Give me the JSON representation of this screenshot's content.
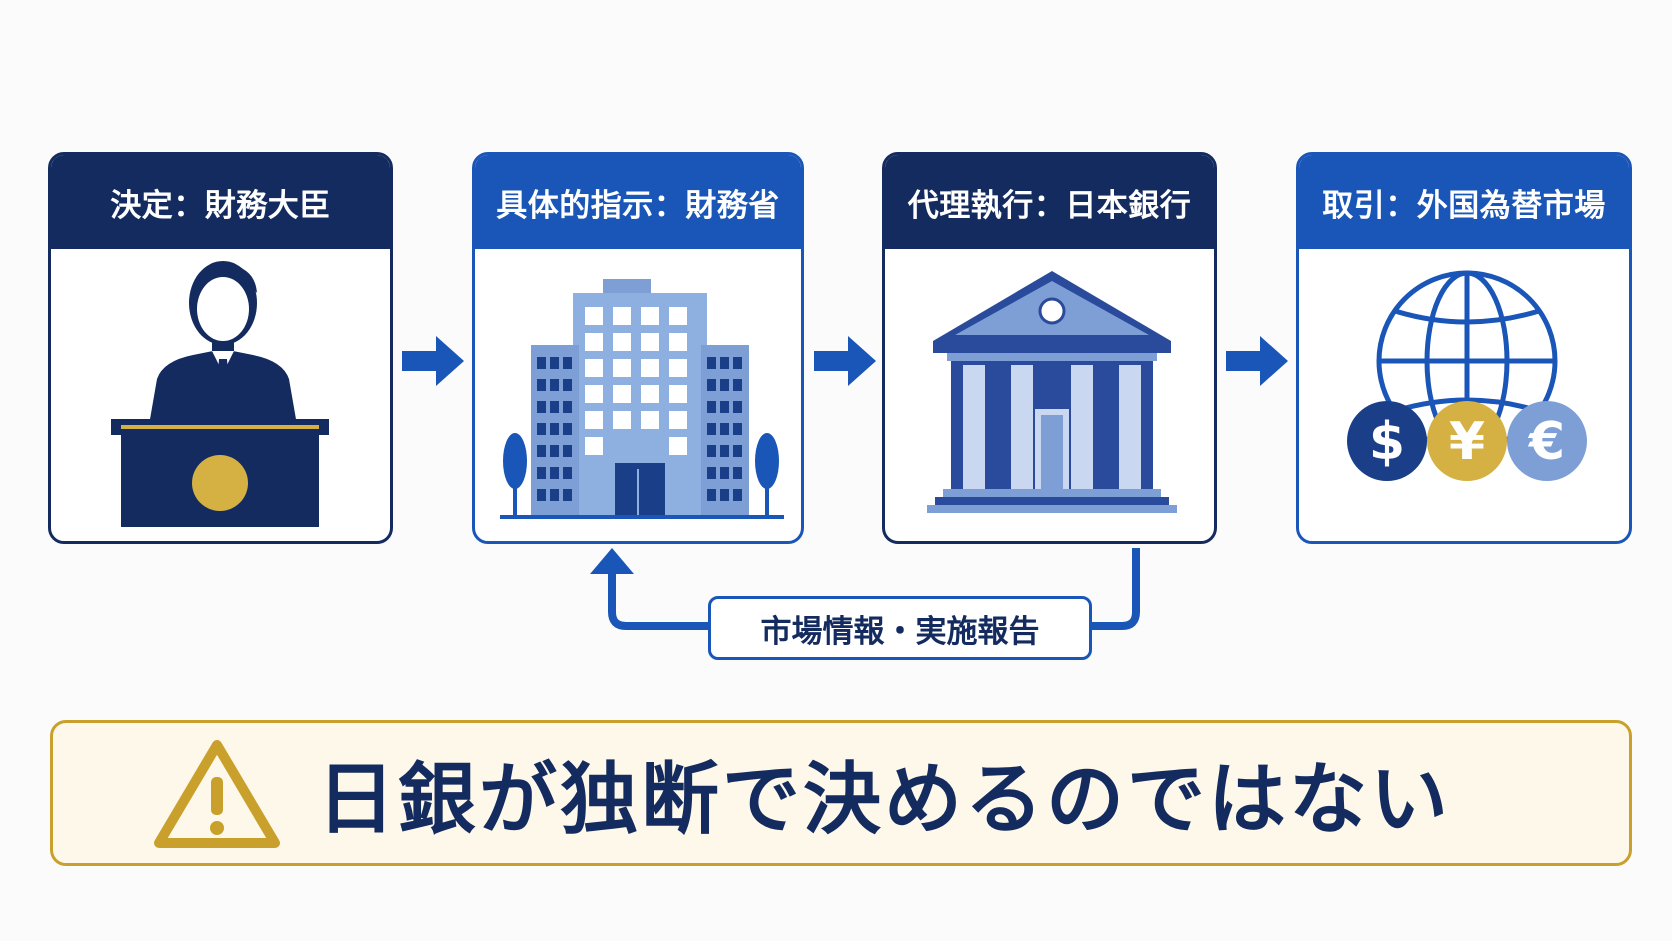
{
  "flow": {
    "steps": [
      {
        "title": "決定：財務大臣",
        "icon": "speaker-at-podium-icon"
      },
      {
        "title": "具体的指示：財務省",
        "icon": "office-building-icon"
      },
      {
        "title": "代理執行：日本銀行",
        "icon": "bank-building-icon"
      },
      {
        "title": "取引：外国為替市場",
        "icon": "globe-currency-icon"
      }
    ],
    "feedback_label": "市場情報・実施報告",
    "currency_symbols": [
      "$",
      "¥",
      "€"
    ]
  },
  "warning": {
    "text": "日銀が独断で決めるのではない",
    "icon": "warning-triangle-icon"
  },
  "colors": {
    "navy": "#142b5f",
    "blue": "#1a56b7",
    "light_blue": "#7d9fd6",
    "gold": "#d5b043",
    "warning_border": "#c9a02c",
    "warning_bg": "#fdf8ea"
  }
}
